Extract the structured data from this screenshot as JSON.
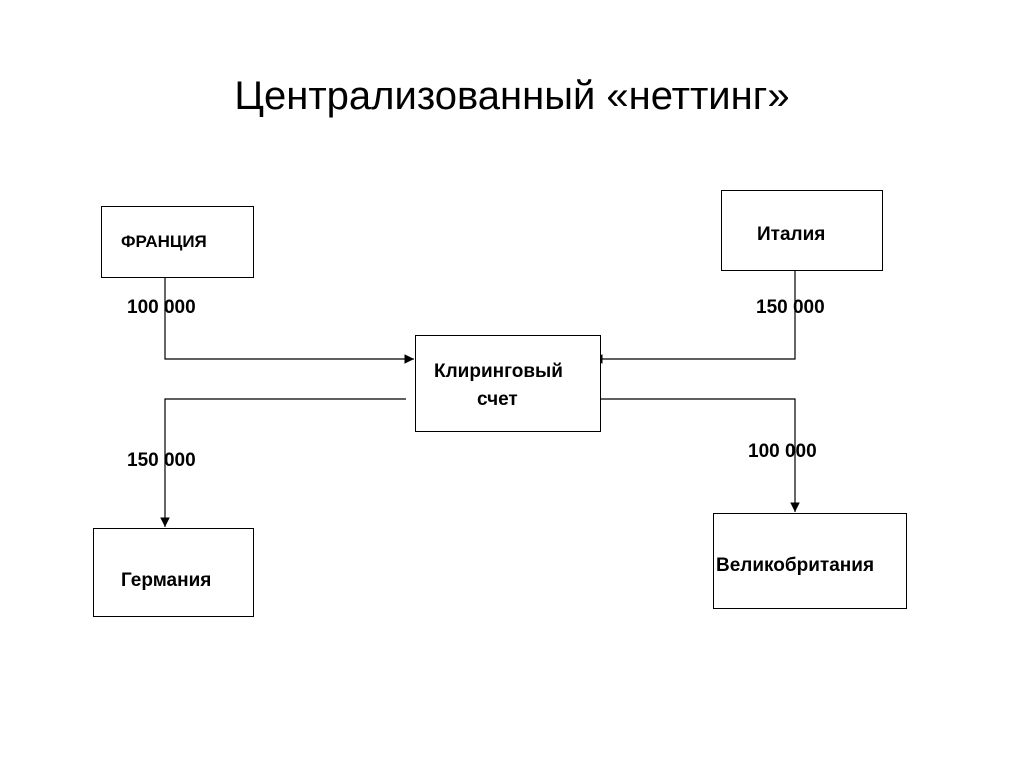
{
  "title": "Централизованный «неттинг»",
  "nodes": {
    "france": "ФРАНЦИЯ",
    "italy": "Италия",
    "clearing_line1": "Клиринговый",
    "clearing_line2": "счет",
    "germany": "Германия",
    "uk": "Великобритания"
  },
  "flows": [
    {
      "from": "ФРАНЦИЯ",
      "to": "Клиринговый счет",
      "amount": "100 000"
    },
    {
      "from": "Италия",
      "to": "Клиринговый счет",
      "amount": "150 000"
    },
    {
      "from": "Клиринговый счет",
      "to": "Германия",
      "amount": "150 000"
    },
    {
      "from": "Клиринговый счет",
      "to": "Великобритания",
      "amount": "100 000"
    }
  ],
  "colors": {
    "line": "#000000",
    "background": "#ffffff",
    "text": "#000000"
  }
}
